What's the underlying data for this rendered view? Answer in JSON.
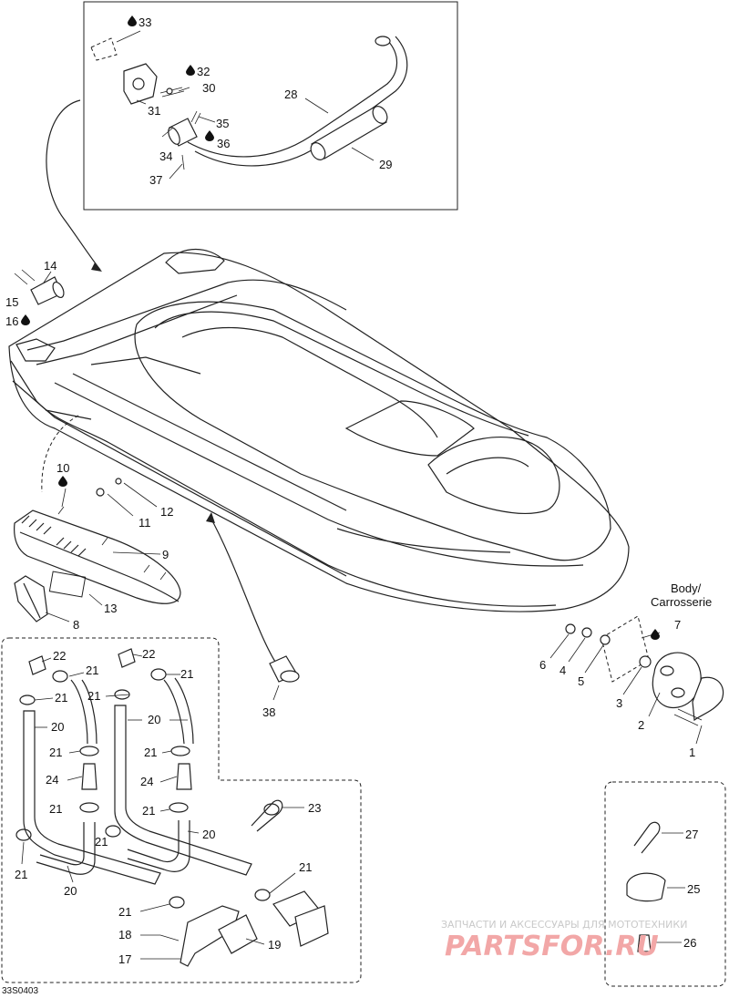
{
  "diagram": {
    "figure_code": "33S0403",
    "body_label_line1": "Body/",
    "body_label_line2": "Carrosserie",
    "watermark_line1": "ЗАПЧАСТИ И АКСЕССУАРЫ ДЛЯ МОТОТЕХНИКИ",
    "watermark_line2": "PARTSFOR.RU",
    "callouts": {
      "c1": "1",
      "c2": "2",
      "c3": "3",
      "c4": "4",
      "c5": "5",
      "c6": "6",
      "c7": "7",
      "c8": "8",
      "c9": "9",
      "c10": "10",
      "c11": "11",
      "c12": "12",
      "c13": "13",
      "c14": "14",
      "c15": "15",
      "c16": "16",
      "c17": "17",
      "c18": "18",
      "c19": "19",
      "c20": "20",
      "c21": "21",
      "c22": "22",
      "c23": "23",
      "c24": "24",
      "c25": "25",
      "c26": "26",
      "c27": "27",
      "c28": "28",
      "c29": "29",
      "c30": "30",
      "c31": "31",
      "c32": "32",
      "c33": "33",
      "c34": "34",
      "c35": "35",
      "c36": "36",
      "c37": "37",
      "c38": "38"
    },
    "icons": [
      "glue-drop-icon"
    ]
  }
}
